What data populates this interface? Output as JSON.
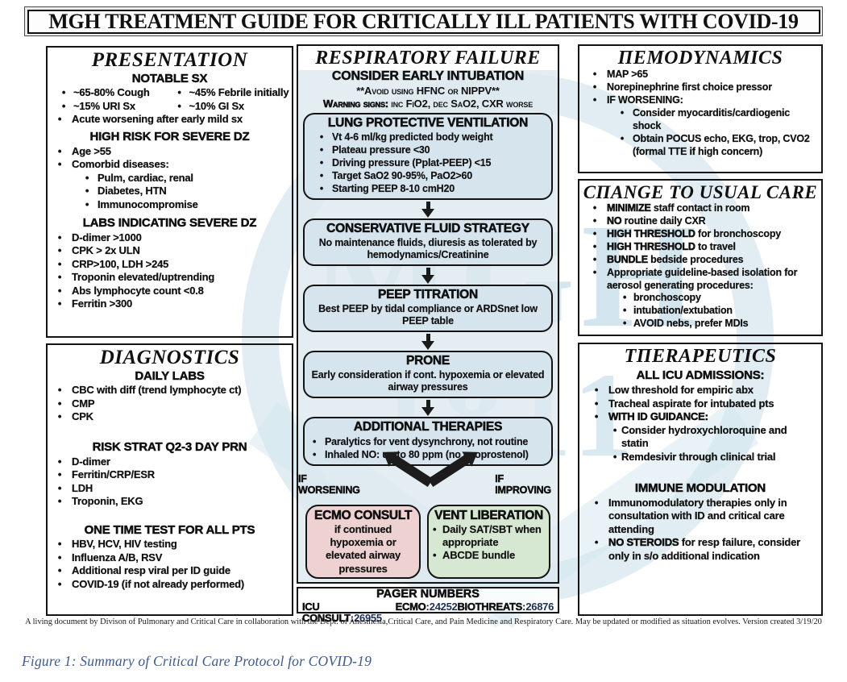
{
  "page": {
    "title": "MGH TREATMENT GUIDE FOR CRITICALLY ILL PATIENTS WITH COVID-19",
    "footer": "A living document by Divison of Pulmonary and Critical Care in collaboration with the Dept. of Anesthesia,Critical Care, and Pain Medicine and Respiratory Care. May be updated or modified as situation evolves. Version created 3/19/20",
    "caption": "Figure 1: Summary of Critical Care Protocol for COVID-19",
    "watermark": {
      "line1": "MGH",
      "line2": "1811"
    }
  },
  "colors": {
    "center_fill": "#dde9ef",
    "flow_box": "#d5e4ec",
    "ecmo_box": "#eed2d2",
    "vent_box": "#d7e8d2",
    "caption_text": "#3d5a96",
    "pager_number": "#1b2f55"
  },
  "presentation": {
    "title": "PRESENTATION",
    "notable": {
      "heading": "NOTABLE SX",
      "col_items": [
        [
          "~65-80% Cough",
          "~45% Febrile initially"
        ],
        [
          "~15% URI Sx",
          "~10% GI Sx"
        ]
      ],
      "item": "Acute worsening after early mild sx"
    },
    "high_risk": {
      "heading": "HIGH RISK FOR SEVERE DZ",
      "items": [
        "Age >55",
        "Comorbid diseases:"
      ],
      "subitems": [
        "Pulm, cardiac, renal",
        "Diabetes, HTN",
        "Immunocompromise"
      ]
    },
    "labs": {
      "heading": "LABS INDICATING SEVERE DZ",
      "items": [
        "D-dimer >1000",
        "CPK > 2x ULN",
        "CRP>100, LDH >245",
        "Troponin elevated/uptrending",
        "Abs lymphocyte count <0.8",
        "Ferritin >300"
      ]
    }
  },
  "diagnostics": {
    "title": "DIAGNOSTICS",
    "daily": {
      "heading": "DAILY LABS",
      "items": [
        "CBC with diff (trend lymphocyte ct)",
        "CMP",
        "CPK"
      ]
    },
    "risk": {
      "heading": "RISK STRAT Q2-3 DAY PRN",
      "items": [
        "D-dimer",
        "Ferritin/CRP/ESR",
        "LDH",
        "Troponin, EKG"
      ]
    },
    "onetime": {
      "heading": "ONE TIME TEST FOR ALL PTS",
      "items": [
        "HBV, HCV, HIV testing",
        "Influenza A/B, RSV",
        "Additional resp viral per ID guide",
        "COVID-19 (if not already performed)"
      ]
    }
  },
  "respiratory": {
    "title": "RESPIRATORY FAILURE",
    "intubation_heading": "CONSIDER EARLY INTUBATION",
    "avoid_note": "**Avoid using HFNC or NIPPV**",
    "warning_label": "Warning signs:",
    "warning_text": " inc FiO2, dec SaO2, CXR worse",
    "steps": [
      {
        "heading": "LUNG PROTECTIVE VENTILATION",
        "bullets": [
          "Vt 4-6 ml/kg predicted body weight",
          "Plateau pressure <30",
          "Driving pressure (Pplat-PEEP) <15",
          "Target SaO2 90-95%, PaO2>60",
          "Starting PEEP 8-10 cmH20"
        ]
      },
      {
        "heading": "CONSERVATIVE FLUID STRATEGY",
        "text": "No maintenance fluids, diuresis as tolerated by hemodynamics/Creatinine"
      },
      {
        "heading": "PEEP TITRATION",
        "text": "Best PEEP by tidal compliance or ARDSnet low PEEP table"
      },
      {
        "heading": "PRONE",
        "text": "Early consideration if cont. hypoxemia or elevated airway pressures"
      },
      {
        "heading": "ADDITIONAL THERAPIES",
        "bullets": [
          "Paralytics for vent dysynchrony, not routine",
          "Inhaled NO: up to 80 ppm (no epoprostenol)"
        ]
      }
    ],
    "worsening_label": "IF WORSENING",
    "improving_label": "IF IMPROVING",
    "ecmo": {
      "heading": "ECMO CONSULT",
      "text": "if continued hypoxemia or elevated airway pressures"
    },
    "vent": {
      "heading": "VENT LIBERATION",
      "bullets": [
        "Daily SAT/SBT when appropriate",
        "ABCDE bundle"
      ]
    }
  },
  "pager": {
    "heading": "PAGER NUMBERS",
    "entries": [
      {
        "label": "ICU CONSULT",
        "number": "26955"
      },
      {
        "label": "ECMO",
        "number": "24252"
      },
      {
        "label": "BIOTHREATS",
        "number": "26876"
      }
    ]
  },
  "hemodynamics": {
    "title": "ΠEMODYNAMICS",
    "items": [
      "MAP >65",
      "Norepinephrine first choice pressor",
      "IF WORSENING:"
    ],
    "subitems": [
      "Consider myocarditis/cardiogenic shock",
      "Obtain POCUS echo, EKG, trop, CVO2 (formal TTE if high concern)"
    ]
  },
  "change_care": {
    "title": "CΠANGE TO USUAL CARE",
    "items": [
      {
        "lead": "MINIMIZE",
        "rest": " staff contact in room"
      },
      {
        "lead": "NO",
        "rest": " routine daily CXR"
      },
      {
        "lead": "HIGH THRESHOLD",
        "rest": " for bronchoscopy"
      },
      {
        "lead": "HIGH THRESHOLD",
        "rest": " to travel"
      },
      {
        "lead": "BUNDLE",
        "rest": " bedside procedures"
      },
      {
        "lead": "",
        "rest": "Appropriate guideline-based isolation for aerosol generating procedures:"
      }
    ],
    "subitems": [
      "bronchoscopy",
      "intubation/extubation",
      "AVOID nebs, prefer MDIs"
    ]
  },
  "therapeutics": {
    "title": "TΠERAPEUTICS",
    "icu": {
      "heading": "ALL ICU ADMISSIONS:",
      "items": [
        "Low threshold for empiric abx",
        "Tracheal aspirate for intubated pts"
      ],
      "guidance_label": "WITH ID GUIDANCE:",
      "subitems": [
        "Consider hydroxychloroquine and statin",
        "Remdesivir through clinical trial"
      ]
    },
    "immune": {
      "heading": "IMMUNE MODULATION",
      "item1": "Immunomodulatory therapies only in consultation with ID and critical care attending",
      "item2_lead": "NO STEROIDS",
      "item2_rest": " for resp failure, consider only in s/o additional indication"
    }
  }
}
